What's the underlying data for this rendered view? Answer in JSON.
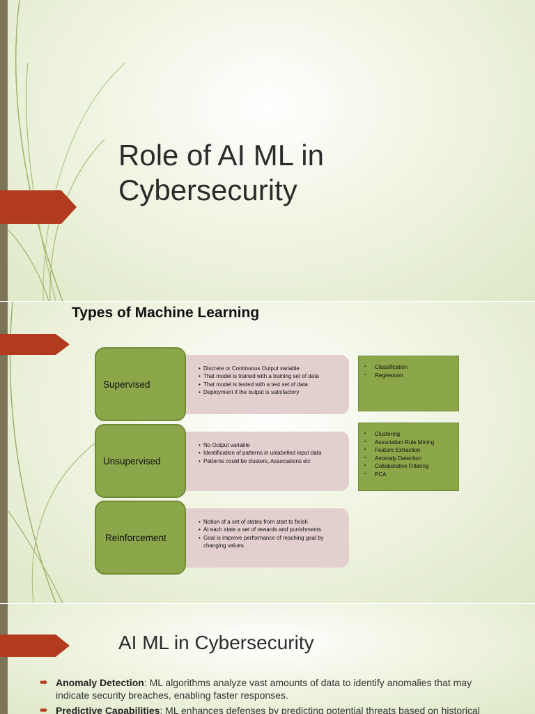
{
  "slide1": {
    "title_line1": "Role of AI ML in",
    "title_line2": "Cybersecurity"
  },
  "slide2": {
    "title": "Types of Machine Learning",
    "rows": [
      {
        "label": "Supervised",
        "points": [
          "Discrete or Continuous Output variable",
          "That model is trained with a training set of data",
          "That model is tested with a test set of data",
          "Deployment if the output is satisfactory"
        ],
        "examples": [
          "Classification",
          "Regression"
        ]
      },
      {
        "label": "Unsupervised",
        "points": [
          "No Output variable",
          "Identification of patterns in unlabelled input data",
          "Patterns could be clusters, Associations etc"
        ],
        "examples": [
          "Clustering",
          "Association Rule Mining",
          "Feature Extraction",
          "Anomaly Detection",
          "Collaborative Filtering",
          "PCA"
        ]
      },
      {
        "label": "Reinforcement",
        "points": [
          "Notion of a set of states from start to finish",
          "At each state a set of rewards and punishments",
          "Goal is improve performance of reaching goal by changing values"
        ]
      }
    ]
  },
  "slide3": {
    "title": "AI ML in Cybersecurity",
    "bullets": [
      {
        "term": "Anomaly Detection",
        "text": ": ML algorithms analyze vast amounts of data to identify anomalies that may indicate security breaches, enabling faster responses."
      },
      {
        "term": "Predictive Capabilities",
        "text": ": ML enhances defenses by predicting potential threats based on historical data patterns."
      }
    ]
  },
  "colors": {
    "accent_red": "#b23a1f",
    "box_green": "#8ca64a",
    "box_pink": "#e4cfcf",
    "left_bar": "#7b7457"
  }
}
